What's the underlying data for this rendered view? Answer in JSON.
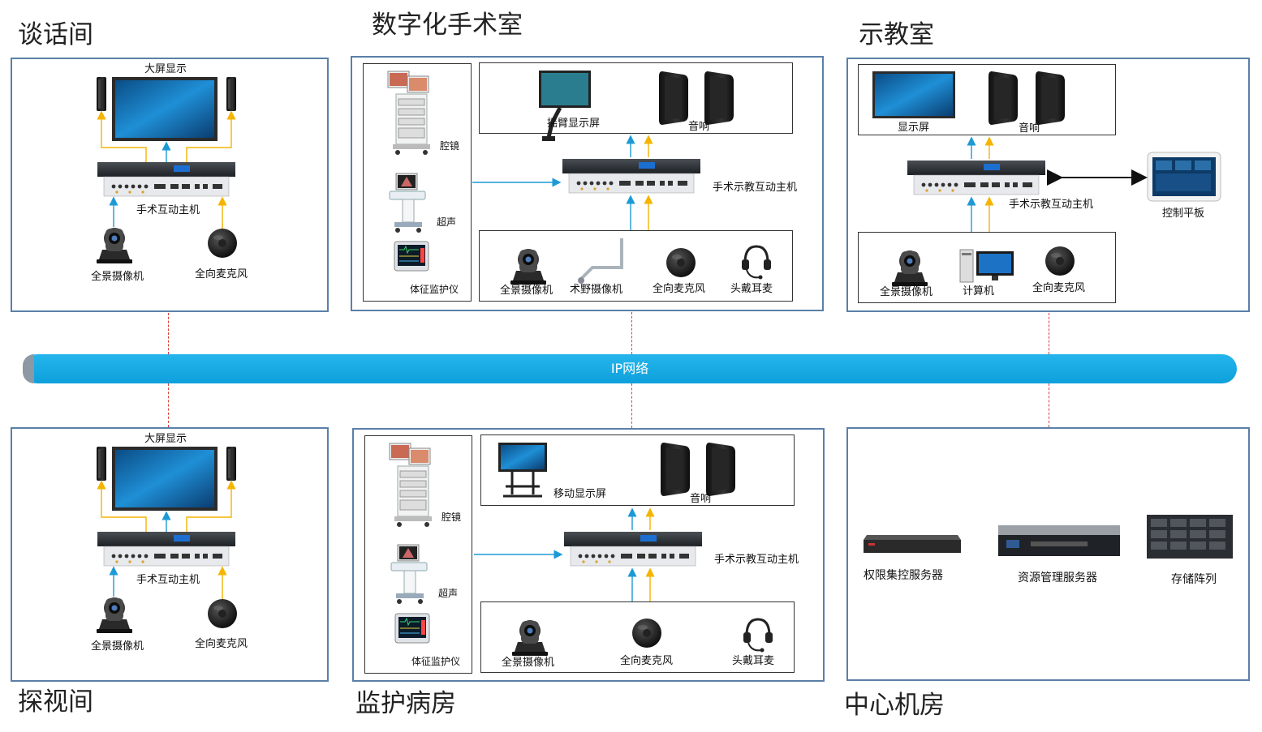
{
  "rooms": {
    "talk": {
      "title": "谈话间",
      "screen": "大屏显示",
      "host": "手术互动主机",
      "camera": "全景摄像机",
      "mic": "全向麦克风"
    },
    "surgery": {
      "title": "数字化手术室",
      "laparoscope": "腔镜",
      "ultrasound": "超声",
      "monitor": "体征监护仪",
      "arm_display": "摇臂显示屏",
      "speaker": "音响",
      "host": "手术示教互动主机",
      "camera": "全景摄像机",
      "field_camera": "术野摄像机",
      "mic": "全向麦克风",
      "headset": "头戴耳麦"
    },
    "teaching": {
      "title": "示教室",
      "display": "显示屏",
      "speaker": "音响",
      "host": "手术示教互动主机",
      "tablet": "控制平板",
      "camera": "全景摄像机",
      "computer": "计算机",
      "mic": "全向麦克风"
    },
    "visit": {
      "title": "探视间",
      "screen": "大屏显示",
      "host": "手术互动主机",
      "camera": "全景摄像机",
      "mic": "全向麦克风"
    },
    "ward": {
      "title": "监护病房",
      "laparoscope": "腔镜",
      "ultrasound": "超声",
      "monitor": "体征监护仪",
      "mobile_display": "移动显示屏",
      "speaker": "音响",
      "host": "手术示教互动主机",
      "camera": "全景摄像机",
      "mic": "全向麦克风",
      "headset": "头戴耳麦"
    },
    "datacenter": {
      "title": "中心机房",
      "auth_server": "权限集控服务器",
      "resource_server": "资源管理服务器",
      "storage": "存储阵列"
    }
  },
  "network": {
    "label": "IP网络"
  },
  "colors": {
    "room_border": "#5b7fa8",
    "network": "#1aa9e6",
    "arrow_blue": "#1d9ad6",
    "arrow_yellow": "#f5b400",
    "link_dashed": "#d9403a"
  }
}
